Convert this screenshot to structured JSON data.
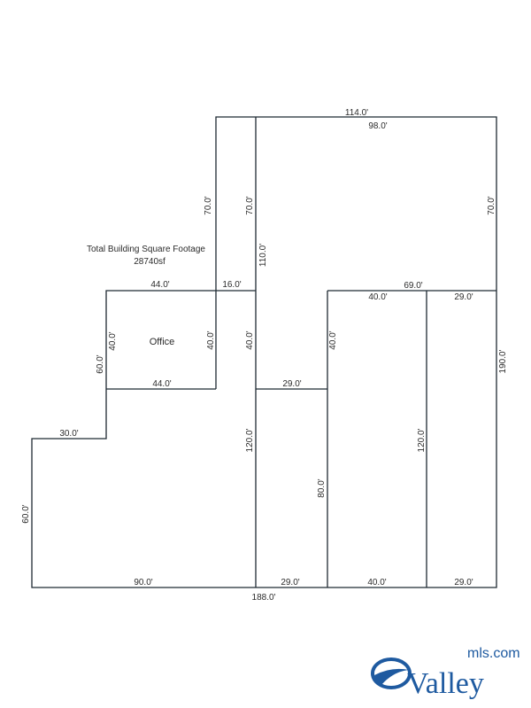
{
  "title": "Total Building Square Footage",
  "total_sqft": "28740sf",
  "room_label": "Office",
  "dimensions": {
    "top_outer": "114.0'",
    "top_inner": "98.0'",
    "left_tower_outer": "70.0'",
    "left_tower_inner": "70.0'",
    "right_upper": "70.0'",
    "center_spine": "110.0'",
    "office_top": "44.0'",
    "tower_bottom": "16.0'",
    "mid_right_total": "69.0'",
    "mid_right_a": "40.0'",
    "mid_right_b": "29.0'",
    "office_left": "40.0'",
    "office_right": "40.0'",
    "spine_mid": "40.0'",
    "bay_mid": "40.0'",
    "right_outer": "190.0'",
    "left_step": "60.0'",
    "office_bottom": "44.0'",
    "corridor": "29.0'",
    "step_top": "30.0'",
    "spine_lower": "120.0'",
    "bay_lower": "80.0'",
    "bay3_lower": "120.0'",
    "left_outer": "60.0'",
    "bottom_a": "90.0'",
    "bottom_b": "29.0'",
    "bottom_c": "40.0'",
    "bottom_d": "29.0'",
    "bottom_total": "188.0'"
  },
  "logo": {
    "brand": "Valley",
    "suffix": "mls.com",
    "color": "#1e5aa0"
  }
}
